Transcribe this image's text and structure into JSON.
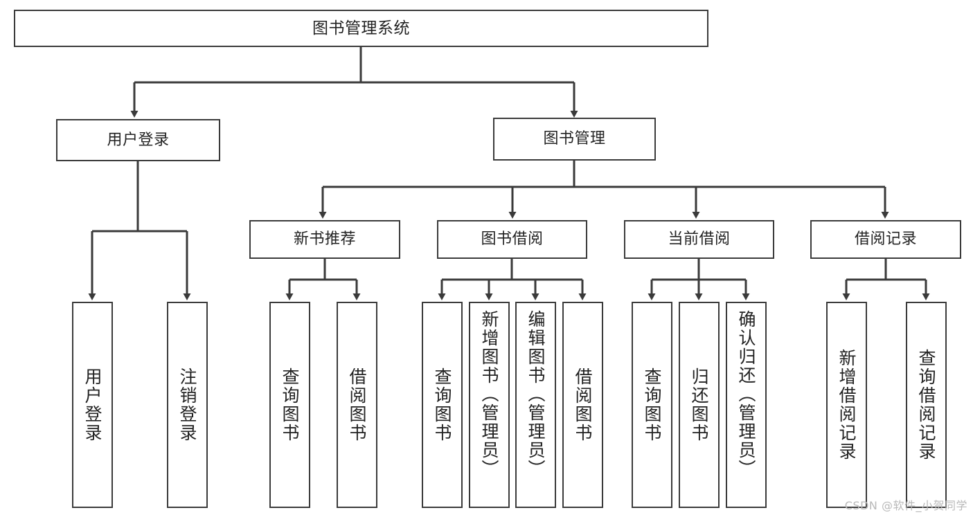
{
  "diagram": {
    "title": "图书管理系统",
    "root": {
      "label": "图书管理系统"
    },
    "level1": [
      {
        "label": "用户登录"
      },
      {
        "label": "图书管理"
      }
    ],
    "level2": [
      {
        "label": "新书推荐"
      },
      {
        "label": "图书借阅"
      },
      {
        "label": "当前借阅"
      },
      {
        "label": "借阅记录"
      }
    ],
    "leaves": {
      "user_login": [
        {
          "label": "用户登录"
        },
        {
          "label": "注销登录"
        }
      ],
      "new_book_recommend": [
        {
          "label": "查询图书"
        },
        {
          "label": "借阅图书"
        }
      ],
      "book_borrow": [
        {
          "label": "查询图书"
        },
        {
          "label": "新增图书（管理员）"
        },
        {
          "label": "编辑图书（管理员）"
        },
        {
          "label": "借阅图书"
        }
      ],
      "current_borrow": [
        {
          "label": "查询图书"
        },
        {
          "label": "归还图书"
        },
        {
          "label": "确认归还（管理员）"
        }
      ],
      "borrow_record": [
        {
          "label": "新增借阅记录"
        },
        {
          "label": "查询借阅记录"
        }
      ]
    },
    "watermark": "CSDN @软件_小贺同学",
    "colors": {
      "stroke": "#3a3a3a",
      "background": "#ffffff",
      "text": "#222222",
      "watermark": "#b9b9b9"
    }
  }
}
